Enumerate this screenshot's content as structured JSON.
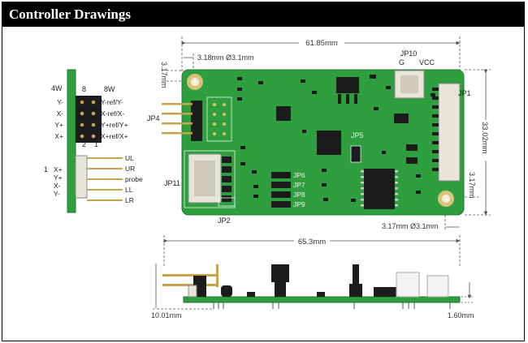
{
  "header": {
    "title": "Controller Drawings"
  },
  "colors": {
    "pcb": "#2f9e3e",
    "pcb_dark": "#1f7a2c",
    "chip": "#1c1c1c",
    "gold": "#c9a34a",
    "dim_line": "#555555"
  },
  "dimensions": {
    "width_top": "61.85mm",
    "hole_offset_top": "3.18mm Ø3.1mm",
    "left_offset": "3.17mm",
    "height_right": "33.02mm",
    "right_offset": "3.17mm",
    "hole_bottom": "3.17mm  Ø3.1mm",
    "overall_width": "65.3mm",
    "side_height": "10.01mm",
    "pcb_thickness": "1.60mm"
  },
  "labels": {
    "jp10": "JP10",
    "g": "G",
    "vcc": "VCC",
    "jp1": "JP1",
    "jp4": "JP4",
    "jp5": "JP5",
    "jp11": "JP11",
    "jp2": "JP2",
    "jp6": "JP6",
    "jp7": "JP7",
    "jp8": "JP8",
    "jp9": "JP9"
  },
  "connector": {
    "w4": "4W",
    "w8": "8W",
    "n8": "8",
    "n2": "2",
    "n1a": "1",
    "n1b": "1",
    "left_pins": [
      "Y-",
      "X-",
      "Y+",
      "X+"
    ],
    "right_pins": [
      "Y-ref/Y-",
      "X-ref/X-",
      "Y+ref/Y+",
      "X+ref/X+"
    ],
    "lower_pins": [
      "X+",
      "Y+",
      "X-",
      "Y-"
    ],
    "lower_right": [
      "UL",
      "UR",
      "probe",
      "LL",
      "LR"
    ]
  }
}
